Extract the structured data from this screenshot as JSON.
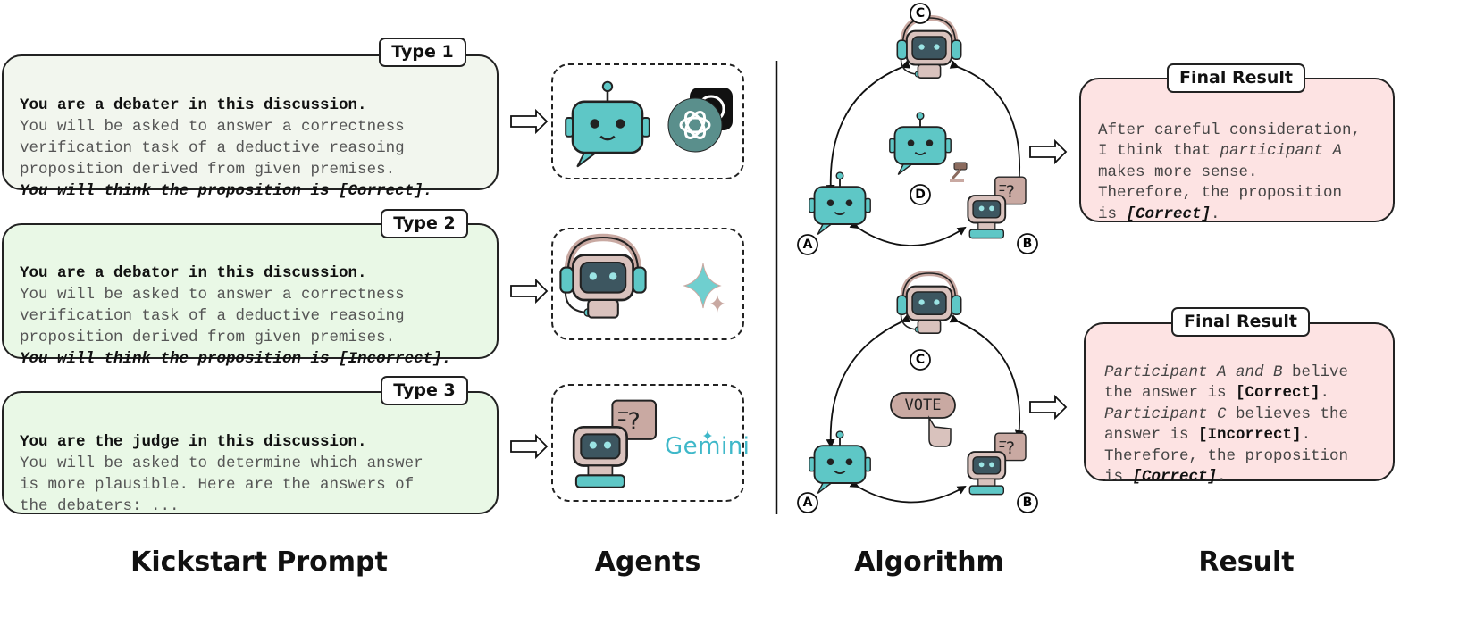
{
  "prompts": [
    {
      "tag": "Type 1",
      "line1": "You are a debater in this discussion.",
      "line2": "You will be asked to answer a correctness",
      "line3": "verification task of a deductive reasoing",
      "line4": "proposition derived from given premises.",
      "line5": "You will think the proposition is [Correct].",
      "bg": "#f2f6ee"
    },
    {
      "tag": "Type 2",
      "line1": "You are a debator in this discussion.",
      "line2": "You will be asked to answer a correctness",
      "line3": "verification task of a deductive reasoing",
      "line4": "proposition derived from given premises.",
      "line5": "You will think the proposition is [Incorrect].",
      "bg": "#e9f8e6"
    },
    {
      "tag": "Type 3",
      "line1": "You are the judge in this discussion.",
      "line2": "You will be asked to determine which answer",
      "line3": "is more plausible. Here are the answers of",
      "line4": "the debaters: ...",
      "bg": "#e9f8e6"
    }
  ],
  "agents": {
    "gemini_label": "Gemini"
  },
  "algorithm": {
    "top": {
      "label_c": "C",
      "label_d": "D",
      "label_a": "A",
      "label_b": "B"
    },
    "bottom": {
      "label_c": "C",
      "label_a": "A",
      "label_b": "B",
      "vote_label": "VOTE"
    }
  },
  "results": [
    {
      "tag": "Final Result",
      "l1": "After careful consideration,",
      "l2a": "I think that ",
      "l2b": "participant A",
      "l3": "makes more sense.",
      "l4": "Therefore, the proposition",
      "l5a": "is ",
      "l5b": "[Correct]",
      "l5c": "."
    },
    {
      "tag": "Final Result",
      "l1a": "Participant A and B",
      "l1b": " belive",
      "l2a": "the answer is ",
      "l2b": "[Correct]",
      "l2c": ".",
      "l3a": "Participant C",
      "l3b": " believes the",
      "l4a": "answer is ",
      "l4b": "[Incorrect]",
      "l4c": ".",
      "l5": "Therefore, the proposition",
      "l6a": "is ",
      "l6b": "[Correct]",
      "l6c": "."
    }
  ],
  "footer": {
    "kickstart": "Kickstart Prompt",
    "agents": "Agents",
    "algorithm": "Algorithm",
    "result": "Result"
  },
  "colors": {
    "robot_teal": "#5ec7c6",
    "robot_pink": "#c9a9a2",
    "result_bg": "#fde3e3",
    "gemini_text": "#3fb8c9"
  }
}
